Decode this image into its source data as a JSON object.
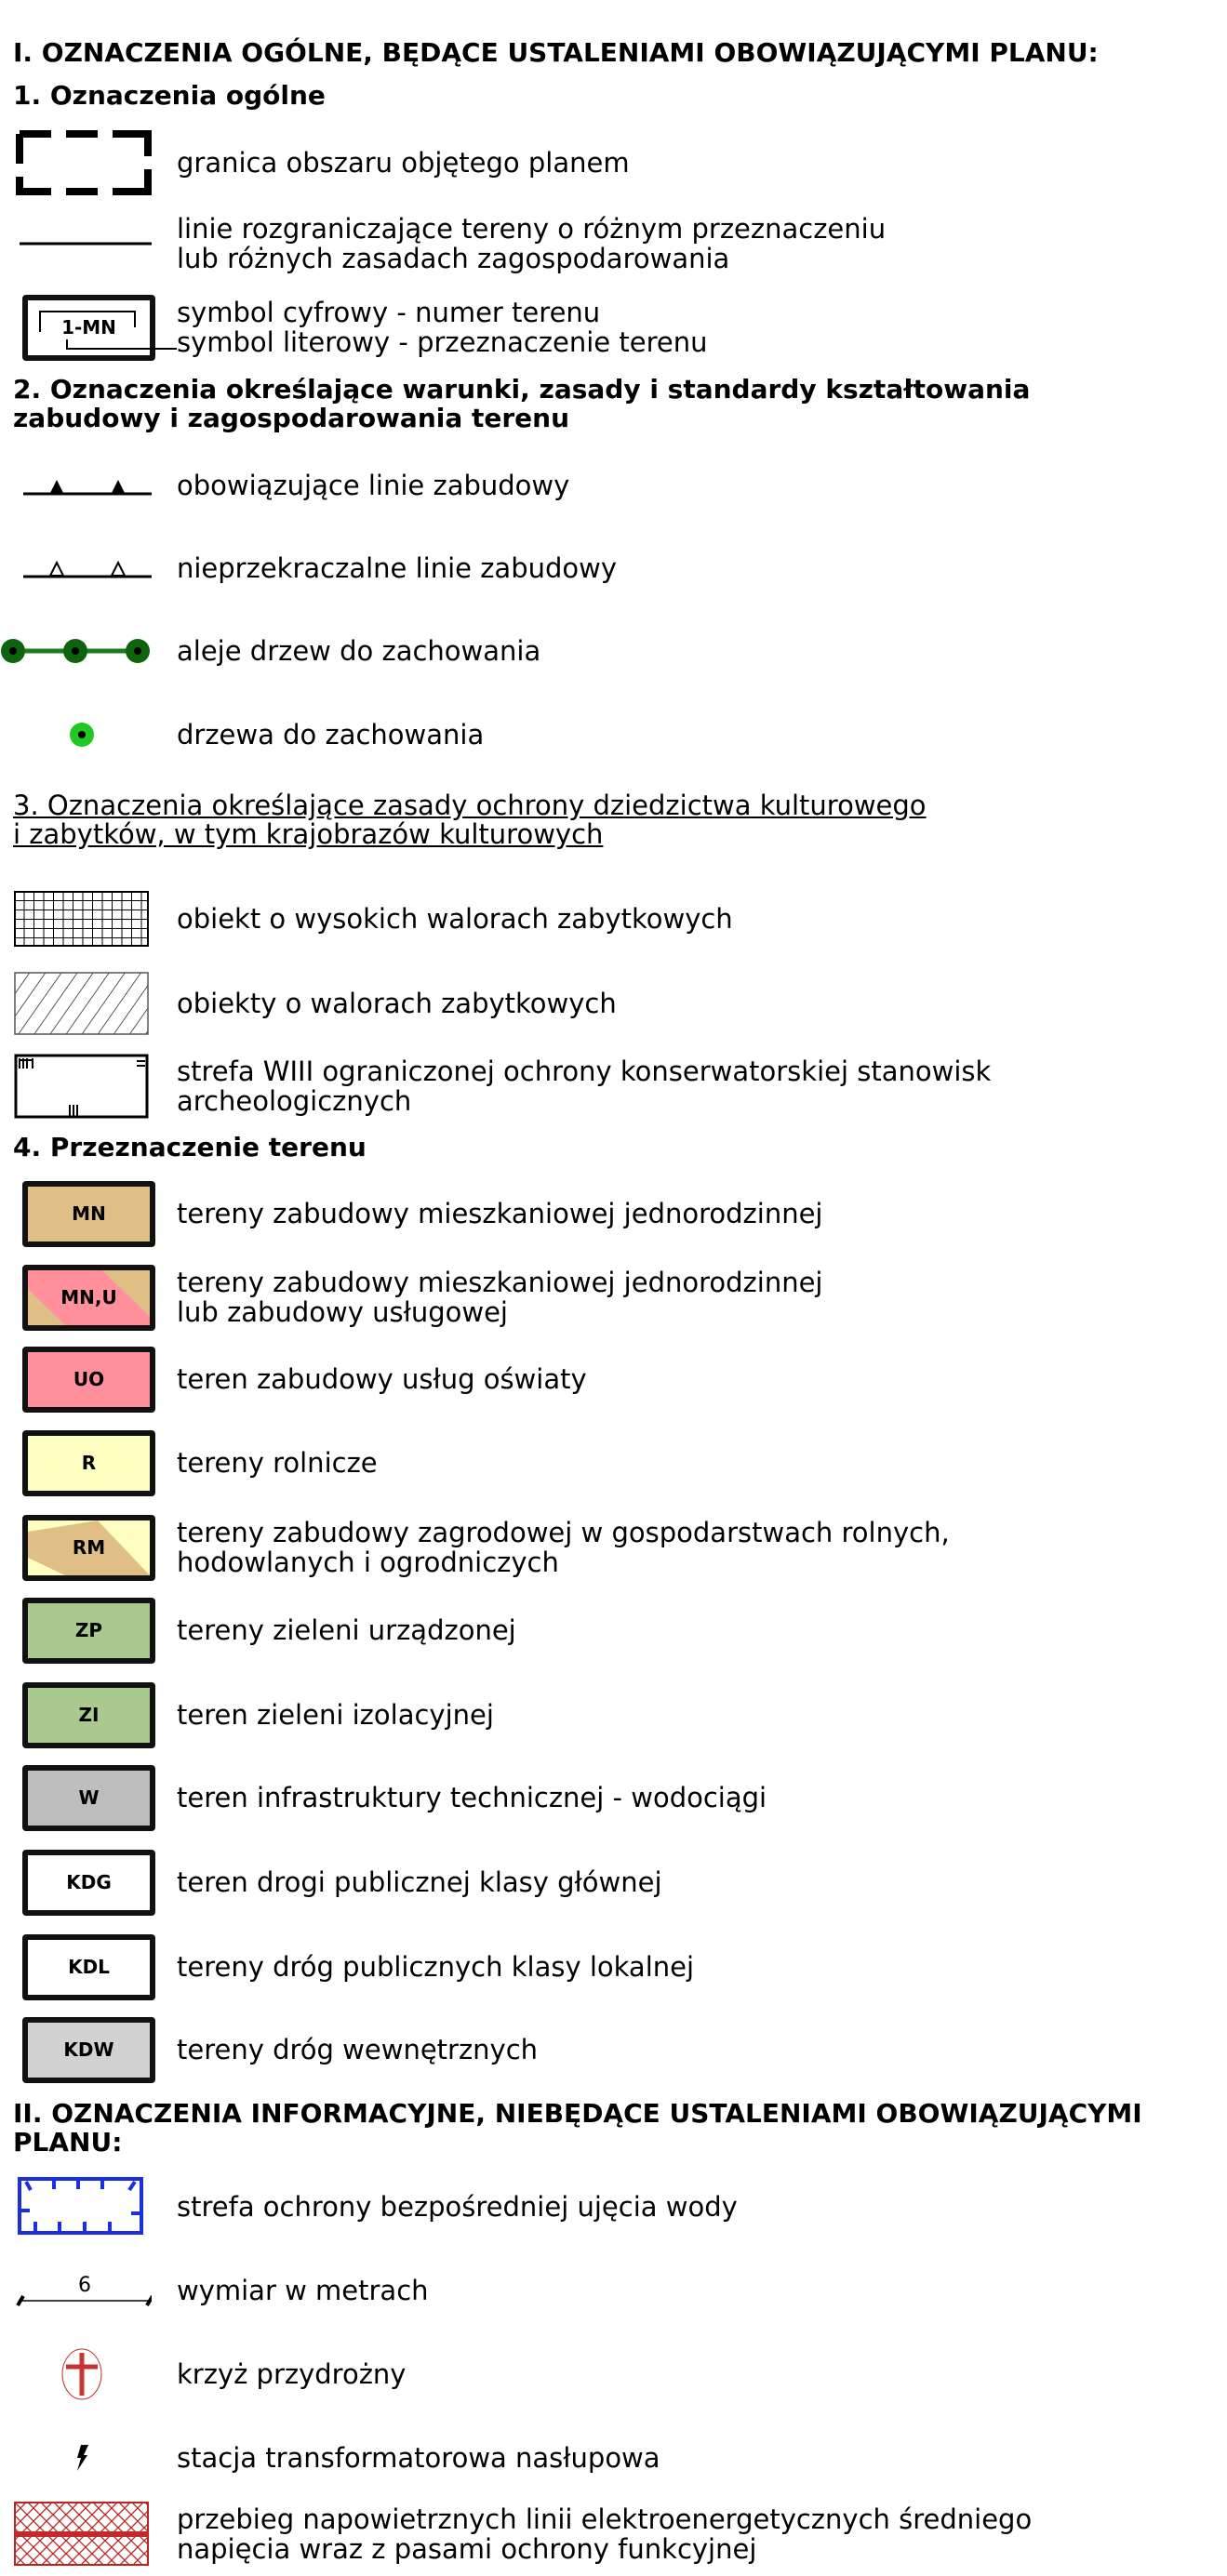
{
  "title": "I. OZNACZENIA OGÓLNE, BĘDĄCE USTALENIAMI OBOWIĄZUJĄCYMI PLANU:",
  "section1": {
    "heading": "1. Oznaczenia ogólne",
    "items": [
      {
        "lines": [
          "granica obszaru objętego planem"
        ]
      },
      {
        "lines": [
          "linie rozgraniczające tereny o różnym przeznaczeniu",
          "lub różnych zasadach zagospodarowania"
        ]
      },
      {
        "symbol": "1-MN",
        "lines": [
          "symbol cyfrowy - numer terenu",
          "symbol literowy - przeznaczenie terenu"
        ]
      }
    ]
  },
  "section2": {
    "heading": [
      "2. Oznaczenia określające warunki, zasady i standardy kształtowania",
      "zabudowy i zagospodarowania terenu"
    ],
    "items": [
      {
        "lines": [
          "obowiązujące linie zabudowy"
        ]
      },
      {
        "lines": [
          "nieprzekraczalne linie zabudowy"
        ]
      },
      {
        "lines": [
          "aleje drzew do zachowania"
        ]
      },
      {
        "lines": [
          "drzewa do zachowania"
        ]
      }
    ]
  },
  "section3": {
    "heading": [
      "3. Oznaczenia określające zasady ochrony dziedzictwa kulturowego",
      "i zabytków, w tym krajobrazów kulturowych"
    ],
    "items": [
      {
        "lines": [
          "obiekt o wysokich walorach zabytkowych"
        ]
      },
      {
        "lines": [
          "obiekty o walorach zabytkowych"
        ]
      },
      {
        "lines": [
          "strefa WIII ograniczonej ochrony konserwatorskiej stanowisk",
          "archeologicznych"
        ]
      }
    ]
  },
  "section4": {
    "heading": "4. Przeznaczenie terenu",
    "items": [
      {
        "code": "MN",
        "lines": [
          "tereny zabudowy mieszkaniowej jednorodzinnej"
        ],
        "color": "#dfbf85"
      },
      {
        "code": "MN,U",
        "lines": [
          "tereny zabudowy mieszkaniowej jednorodzinnej",
          "lub zabudowy usługowej"
        ],
        "color": "#dfbf85",
        "color2": "#ff909c"
      },
      {
        "code": "UO",
        "lines": [
          "teren zabudowy usług oświaty"
        ],
        "color": "#ff909c"
      },
      {
        "code": "R",
        "lines": [
          "tereny rolnicze"
        ],
        "color": "#ffffc2"
      },
      {
        "code": "RM",
        "lines": [
          "tereny zabudowy zagrodowej w gospodarstwach rolnych,",
          "hodowlanych i ogrodniczych"
        ],
        "color": "#ffffc2",
        "color2": "#dfbf85"
      },
      {
        "code": "ZP",
        "lines": [
          "tereny zieleni urządzonej"
        ],
        "color": "#aac98f"
      },
      {
        "code": "ZI",
        "lines": [
          "teren zieleni izolacyjnej"
        ],
        "color": "#aac98f"
      },
      {
        "code": "W",
        "lines": [
          "teren infrastruktury technicznej - wodociągi"
        ],
        "color": "#bdbdbd"
      },
      {
        "code": "KDG",
        "lines": [
          "teren drogi publicznej klasy głównej"
        ],
        "color": "#ffffff"
      },
      {
        "code": "KDL",
        "lines": [
          "tereny dróg publicznych klasy lokalnej"
        ],
        "color": "#ffffff"
      },
      {
        "code": "KDW",
        "lines": [
          "tereny dróg wewnętrznych"
        ],
        "color": "#d2d2d2"
      }
    ]
  },
  "section5": {
    "heading": [
      "II. OZNACZENIA INFORMACYJNE, NIEBĘDĄCE USTALENIAMI OBOWIĄZUJĄCYMI",
      "PLANU:"
    ],
    "items": [
      {
        "lines": [
          "strefa ochrony bezpośredniej ujęcia wody"
        ]
      },
      {
        "dim": "6",
        "lines": [
          "wymiar w metrach"
        ]
      },
      {
        "lines": [
          "krzyż przydrożny"
        ]
      },
      {
        "lines": [
          "stacja transformatorowa nasłupowa"
        ]
      },
      {
        "lines": [
          "przebieg napowietrznych linii elektroenergetycznych średniego",
          "napięcia wraz z pasami ochrony funkcyjnej"
        ]
      }
    ]
  }
}
